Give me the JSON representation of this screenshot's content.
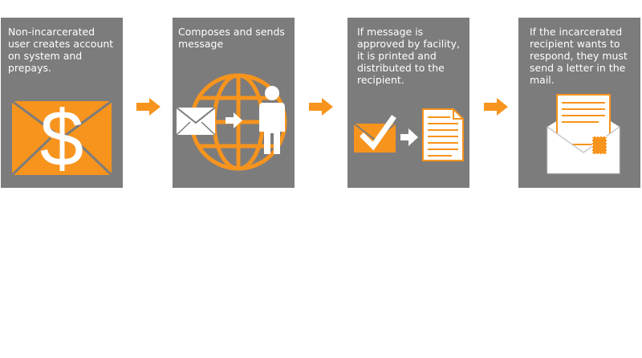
{
  "steps": [
    {
      "text": "Non-incarcerated\nuser creates account\non system and\nprepays.",
      "icon": "dollar-envelope-icon"
    },
    {
      "text": "Composes and sends\nmessage",
      "icon": "globe-envelope-person-icon"
    },
    {
      "text": "If message is\napproved by facility,\nit is printed and\ndistributed to the\nrecipient.",
      "icon": "approved-envelope-to-document-icon"
    },
    {
      "text": "If the incarcerated\nrecipient wants to\nrespond, they must\nsend a letter in the\nmail.",
      "icon": "letter-envelope-icon"
    }
  ],
  "colors": {
    "panel": "#7d7c7c",
    "accent": "#f7941d",
    "text": "#ffffff"
  }
}
